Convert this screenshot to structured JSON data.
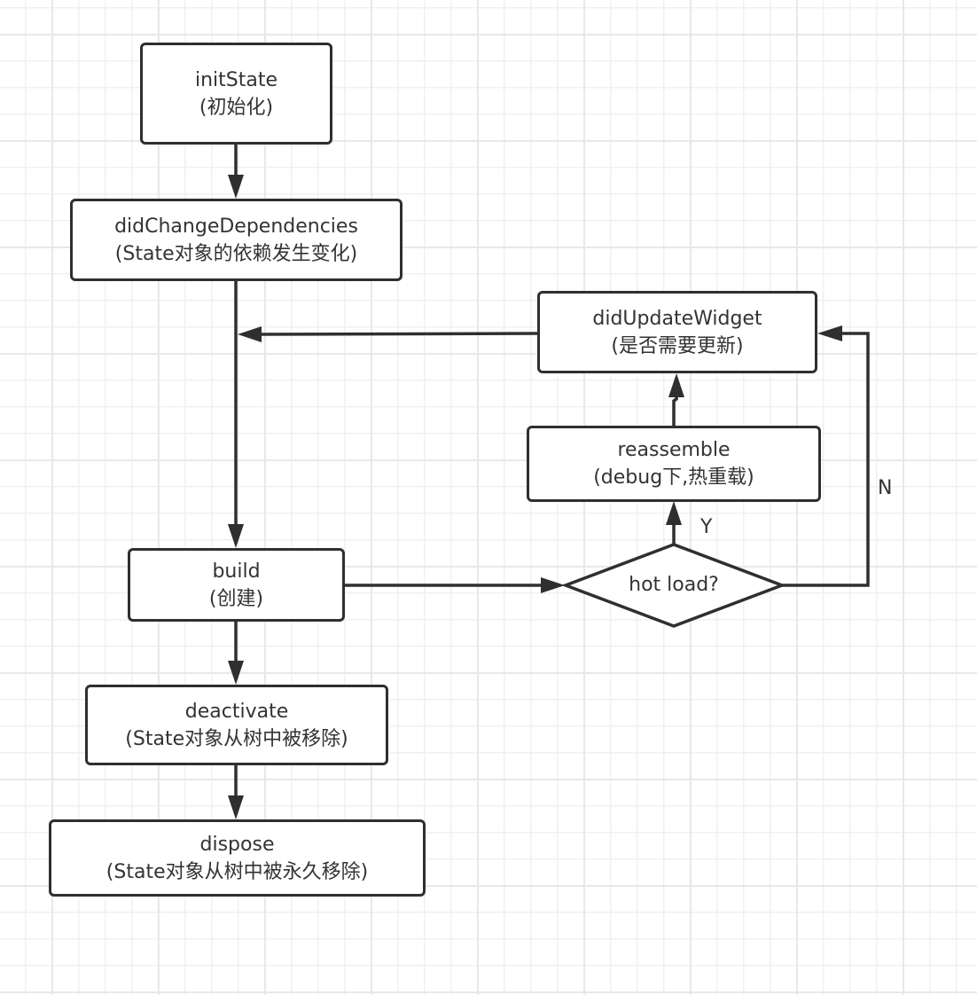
{
  "diagram": {
    "title": "Flutter State lifecycle",
    "colors": {
      "stroke": "#2f2f2f",
      "text": "#333333",
      "grid": "#eeeeee",
      "background": "#ffffff"
    },
    "nodes": {
      "initState": {
        "name": "initState",
        "desc": "(初始化)"
      },
      "didChangeDependencies": {
        "name": "didChangeDependencies",
        "desc": "(State对象的依赖发生变化)"
      },
      "didUpdateWidget": {
        "name": "didUpdateWidget",
        "desc": "(是否需要更新)"
      },
      "reassemble": {
        "name": "reassemble",
        "desc": "(debug下,热重载)"
      },
      "build": {
        "name": "build",
        "desc": "(创建)"
      },
      "hotLoad": {
        "name": "hot load?"
      },
      "deactivate": {
        "name": "deactivate",
        "desc": "(State对象从树中被移除)"
      },
      "dispose": {
        "name": "dispose",
        "desc": "(State对象从树中被永久移除)"
      }
    },
    "edges": [
      {
        "from": "initState",
        "to": "didChangeDependencies",
        "label": ""
      },
      {
        "from": "didChangeDependencies",
        "to": "build",
        "label": ""
      },
      {
        "from": "build",
        "to": "hotLoad",
        "label": ""
      },
      {
        "from": "hotLoad",
        "to": "reassemble",
        "label": "Y"
      },
      {
        "from": "hotLoad",
        "to": "didUpdateWidget",
        "label": "N"
      },
      {
        "from": "reassemble",
        "to": "didUpdateWidget",
        "label": ""
      },
      {
        "from": "didUpdateWidget",
        "to": "build",
        "label": ""
      },
      {
        "from": "build",
        "to": "deactivate",
        "label": ""
      },
      {
        "from": "deactivate",
        "to": "dispose",
        "label": ""
      }
    ]
  }
}
